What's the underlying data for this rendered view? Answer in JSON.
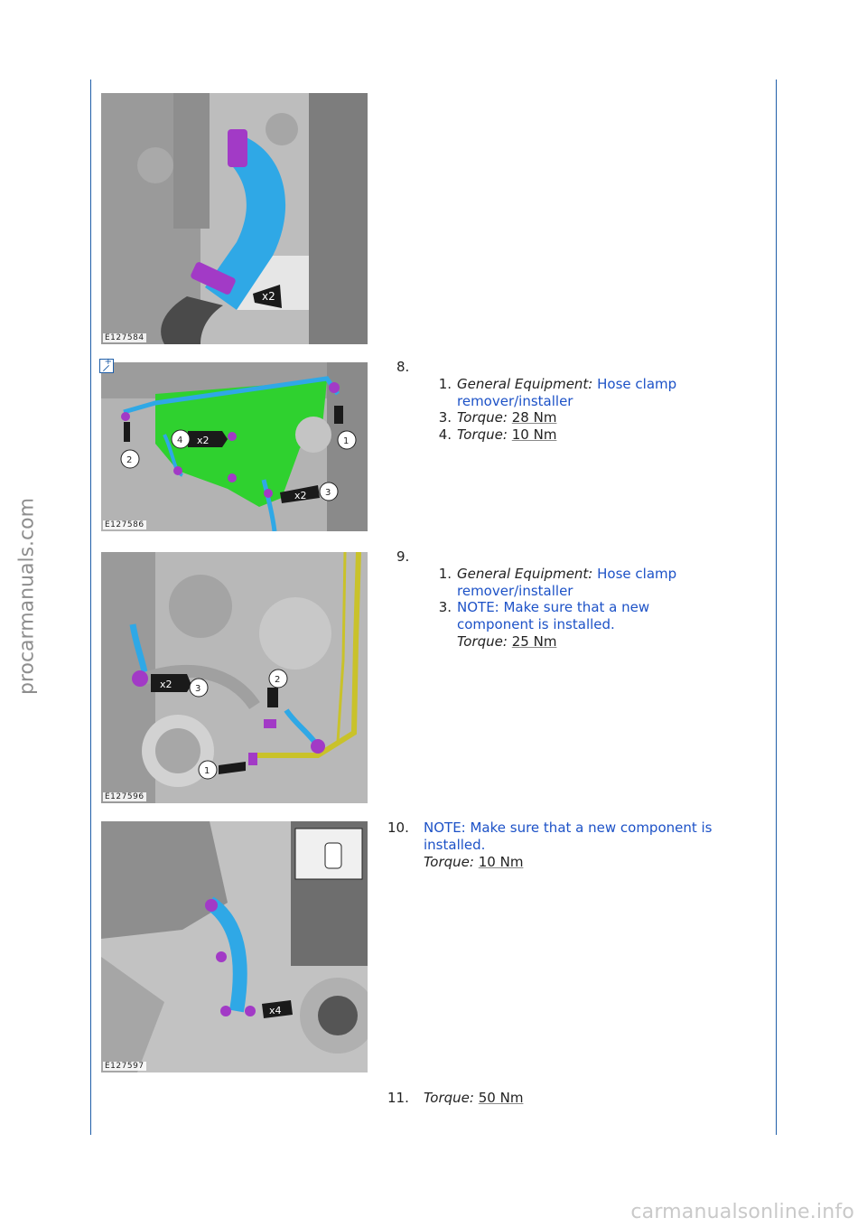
{
  "watermarks": {
    "side": "procarmanuals.com",
    "bottom": "carmanualsonline.info"
  },
  "figures": [
    {
      "code": "E127584",
      "callouts": [
        "x2"
      ]
    },
    {
      "code": "E127586",
      "callouts": [
        "x2",
        "x2",
        "1",
        "2",
        "3",
        "4"
      ]
    },
    {
      "code": "E127596",
      "callouts": [
        "x2",
        "1",
        "2",
        "3"
      ]
    },
    {
      "code": "E127597",
      "callouts": [
        "x4"
      ]
    }
  ],
  "steps": [
    {
      "number": "8.",
      "substeps": [
        {
          "number": "1.",
          "label": "General Equipment:",
          "value": "Hose clamp remover/installer"
        },
        {
          "number": "3.",
          "label": "Torque:",
          "value": "28 Nm"
        },
        {
          "number": "4.",
          "label": "Torque:",
          "value": "10 Nm"
        }
      ]
    },
    {
      "number": "9.",
      "substeps": [
        {
          "number": "1.",
          "label": "General Equipment:",
          "value": "Hose clamp remover/installer"
        },
        {
          "number": "3.",
          "note": "NOTE: Make sure that a new component is installed.",
          "label": "Torque:",
          "value": "25 Nm"
        }
      ]
    },
    {
      "number": "10.",
      "note": "NOTE: Make sure that a new component is installed.",
      "label": "Torque:",
      "value": "10 Nm"
    },
    {
      "number": "11.",
      "label": "Torque:",
      "value": "50 Nm"
    }
  ],
  "colors": {
    "rule": "#1f5ea8",
    "link": "#1d52c7",
    "hose": "#2fa8e6",
    "clamp": "#a23ac6",
    "shield": "#2fd12f",
    "harness": "#c9c22a"
  }
}
